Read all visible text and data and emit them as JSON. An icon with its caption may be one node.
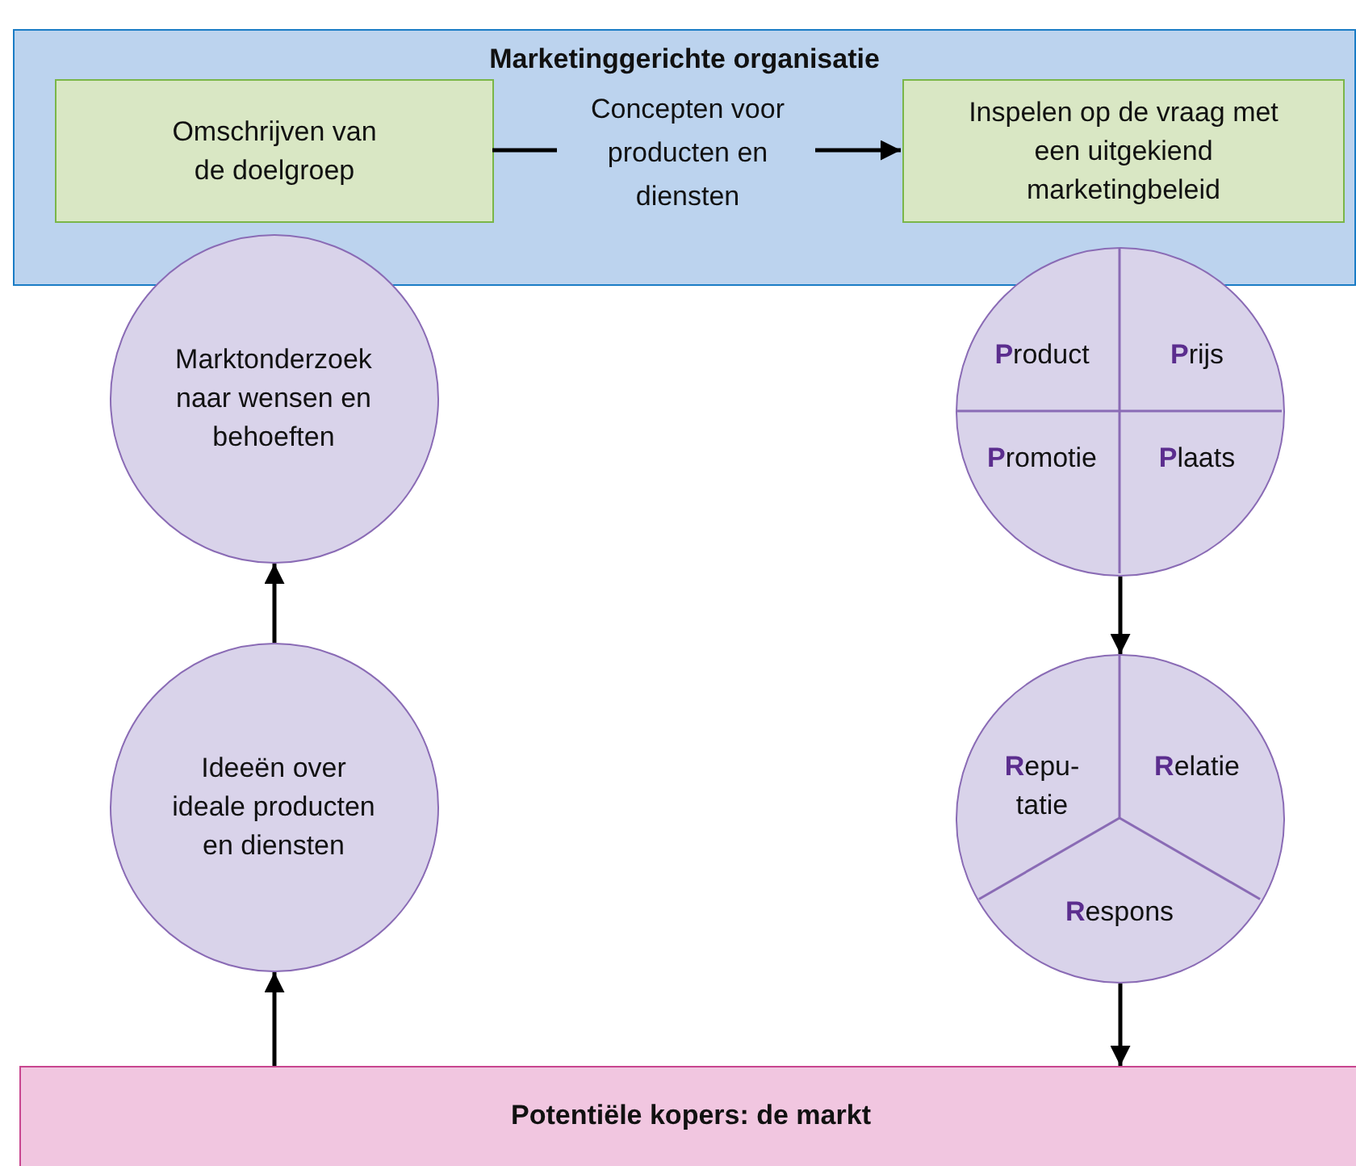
{
  "diagram": {
    "nodes": [
      {
        "text": [
          "Marketinggerichte organisatie"
        ]
      },
      {
        "text": [
          "Omschrijven van de doelgroep"
        ],
        "in": 0
      },
      {
        "text": [
          "Concepten voor producten en diensten"
        ],
        "in": 0
      },
      {
        "text": [
          "Inspelen op de vraag met een uitgekiend marketingbeleid"
        ],
        "in": 0
      },
      {
        "text": [
          "Marktonderzoek naar wensen en behoeften"
        ]
      },
      {
        "text": [
          "**P**roduct",
          "**P**rijs",
          "**P**romotie",
          "**P**laats"
        ]
      },
      {
        "text": [
          "Ideeën over ideale producten en diensten"
        ]
      },
      {
        "text": [
          "**R**epu- tatie",
          "**R**elatie",
          "**R**espons"
        ]
      },
      {
        "text": [
          "Potentiële kopers: de markt"
        ]
      }
    ],
    "edges": [
      {
        "from": 1,
        "to": 2,
        "arrow": "none"
      },
      {
        "from": 2,
        "to": 3,
        "arrow": "to"
      },
      {
        "from": 6,
        "to": 4,
        "arrow": "to"
      },
      {
        "from": 5,
        "to": 7,
        "arrow": "to"
      },
      {
        "from": 7,
        "to": 8,
        "arrow": "to"
      },
      {
        "from": 8,
        "to": 6,
        "arrow": "to"
      }
    ]
  }
}
